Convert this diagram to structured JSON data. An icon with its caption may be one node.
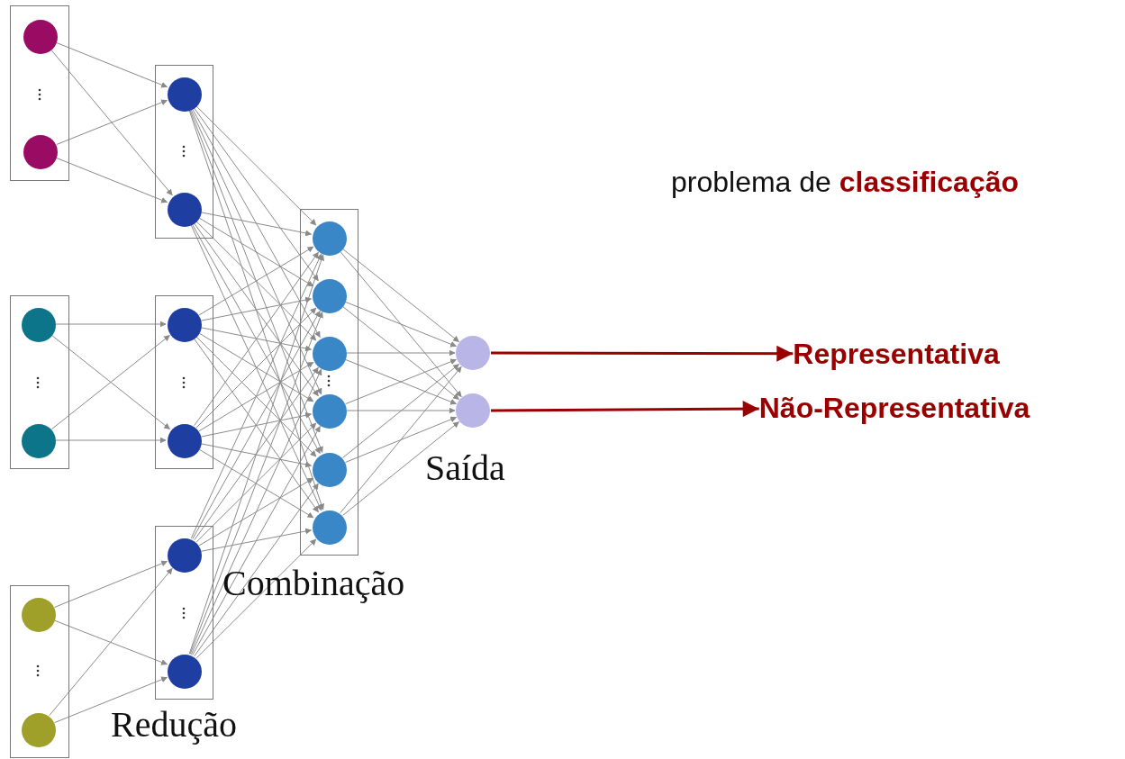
{
  "diagram": {
    "nodes": [
      {
        "text": [],
        "shape": "box"
      },
      {
        "text": [],
        "shape": "circle",
        "in": 0
      },
      {
        "text": [],
        "shape": "circle",
        "in": 0
      },
      {
        "text": [],
        "shape": "box"
      },
      {
        "text": [],
        "shape": "circle",
        "in": 3
      },
      {
        "text": [],
        "shape": "circle",
        "in": 3
      },
      {
        "text": [],
        "shape": "box"
      },
      {
        "text": [],
        "shape": "circle",
        "in": 6
      },
      {
        "text": [],
        "shape": "circle",
        "in": 6
      },
      {
        "text": [],
        "shape": "box"
      },
      {
        "text": [],
        "shape": "circle",
        "in": 9
      },
      {
        "text": [],
        "shape": "circle",
        "in": 9
      },
      {
        "text": [],
        "shape": "box"
      },
      {
        "text": [],
        "shape": "circle",
        "in": 12
      },
      {
        "text": [],
        "shape": "circle",
        "in": 12
      },
      {
        "text": [],
        "shape": "box"
      },
      {
        "text": [],
        "shape": "circle",
        "in": 15
      },
      {
        "text": [],
        "shape": "circle",
        "in": 15
      },
      {
        "text": [],
        "shape": "box"
      },
      {
        "text": [],
        "shape": "circle",
        "in": 18
      },
      {
        "text": [],
        "shape": "circle",
        "in": 18
      },
      {
        "text": [],
        "shape": "circle",
        "in": 18
      },
      {
        "text": [],
        "shape": "circle",
        "in": 18
      },
      {
        "text": [],
        "shape": "circle",
        "in": 18
      },
      {
        "text": [],
        "shape": "circle",
        "in": 18
      },
      {
        "text": [],
        "shape": "circle"
      },
      {
        "text": [],
        "shape": "circle"
      },
      {
        "text": [
          "Representativa"
        ]
      },
      {
        "text": [
          "Não-Representativa"
        ]
      }
    ],
    "edges": [
      {
        "from": 1,
        "to": 4,
        "arrow": "to"
      },
      {
        "from": 1,
        "to": 5,
        "arrow": "to"
      },
      {
        "from": 2,
        "to": 4,
        "arrow": "to"
      },
      {
        "from": 2,
        "to": 5,
        "arrow": "to"
      },
      {
        "from": 7,
        "to": 10,
        "arrow": "to"
      },
      {
        "from": 7,
        "to": 11,
        "arrow": "to"
      },
      {
        "from": 8,
        "to": 10,
        "arrow": "to"
      },
      {
        "from": 8,
        "to": 11,
        "arrow": "to"
      },
      {
        "from": 13,
        "to": 16,
        "arrow": "to"
      },
      {
        "from": 13,
        "to": 17,
        "arrow": "to"
      },
      {
        "from": 14,
        "to": 16,
        "arrow": "to"
      },
      {
        "from": 14,
        "to": 17,
        "arrow": "to"
      },
      {
        "from": 4,
        "to": 19,
        "arrow": "to"
      },
      {
        "from": 4,
        "to": 20,
        "arrow": "to"
      },
      {
        "from": 4,
        "to": 21,
        "arrow": "to"
      },
      {
        "from": 4,
        "to": 22,
        "arrow": "to"
      },
      {
        "from": 4,
        "to": 23,
        "arrow": "to"
      },
      {
        "from": 4,
        "to": 24,
        "arrow": "to"
      },
      {
        "from": 5,
        "to": 19,
        "arrow": "to"
      },
      {
        "from": 5,
        "to": 20,
        "arrow": "to"
      },
      {
        "from": 5,
        "to": 21,
        "arrow": "to"
      },
      {
        "from": 5,
        "to": 22,
        "arrow": "to"
      },
      {
        "from": 5,
        "to": 23,
        "arrow": "to"
      },
      {
        "from": 5,
        "to": 24,
        "arrow": "to"
      },
      {
        "from": 10,
        "to": 19,
        "arrow": "to"
      },
      {
        "from": 10,
        "to": 20,
        "arrow": "to"
      },
      {
        "from": 10,
        "to": 21,
        "arrow": "to"
      },
      {
        "from": 10,
        "to": 22,
        "arrow": "to"
      },
      {
        "from": 10,
        "to": 23,
        "arrow": "to"
      },
      {
        "from": 10,
        "to": 24,
        "arrow": "to"
      },
      {
        "from": 11,
        "to": 19,
        "arrow": "to"
      },
      {
        "from": 11,
        "to": 20,
        "arrow": "to"
      },
      {
        "from": 11,
        "to": 21,
        "arrow": "to"
      },
      {
        "from": 11,
        "to": 22,
        "arrow": "to"
      },
      {
        "from": 11,
        "to": 23,
        "arrow": "to"
      },
      {
        "from": 11,
        "to": 24,
        "arrow": "to"
      },
      {
        "from": 16,
        "to": 19,
        "arrow": "to"
      },
      {
        "from": 16,
        "to": 20,
        "arrow": "to"
      },
      {
        "from": 16,
        "to": 21,
        "arrow": "to"
      },
      {
        "from": 16,
        "to": 22,
        "arrow": "to"
      },
      {
        "from": 16,
        "to": 23,
        "arrow": "to"
      },
      {
        "from": 16,
        "to": 24,
        "arrow": "to"
      },
      {
        "from": 17,
        "to": 19,
        "arrow": "to"
      },
      {
        "from": 17,
        "to": 20,
        "arrow": "to"
      },
      {
        "from": 17,
        "to": 21,
        "arrow": "to"
      },
      {
        "from": 17,
        "to": 22,
        "arrow": "to"
      },
      {
        "from": 17,
        "to": 23,
        "arrow": "to"
      },
      {
        "from": 17,
        "to": 24,
        "arrow": "to"
      },
      {
        "from": 19,
        "to": 25,
        "arrow": "to"
      },
      {
        "from": 19,
        "to": 26,
        "arrow": "to"
      },
      {
        "from": 20,
        "to": 25,
        "arrow": "to"
      },
      {
        "from": 20,
        "to": 26,
        "arrow": "to"
      },
      {
        "from": 21,
        "to": 25,
        "arrow": "to"
      },
      {
        "from": 21,
        "to": 26,
        "arrow": "to"
      },
      {
        "from": 22,
        "to": 25,
        "arrow": "to"
      },
      {
        "from": 22,
        "to": 26,
        "arrow": "to"
      },
      {
        "from": 23,
        "to": 25,
        "arrow": "to"
      },
      {
        "from": 23,
        "to": 26,
        "arrow": "to"
      },
      {
        "from": 24,
        "to": 25,
        "arrow": "to"
      },
      {
        "from": 24,
        "to": 26,
        "arrow": "to"
      },
      {
        "from": 25,
        "to": 27,
        "arrow": "to",
        "style": "thick",
        "color": "#9b0000"
      },
      {
        "from": 26,
        "to": 28,
        "arrow": "to",
        "style": "thick",
        "color": "#9b0000"
      }
    ],
    "labels": [
      "problema de **classificação**",
      "Saída",
      "Combinação",
      "Redução"
    ]
  }
}
